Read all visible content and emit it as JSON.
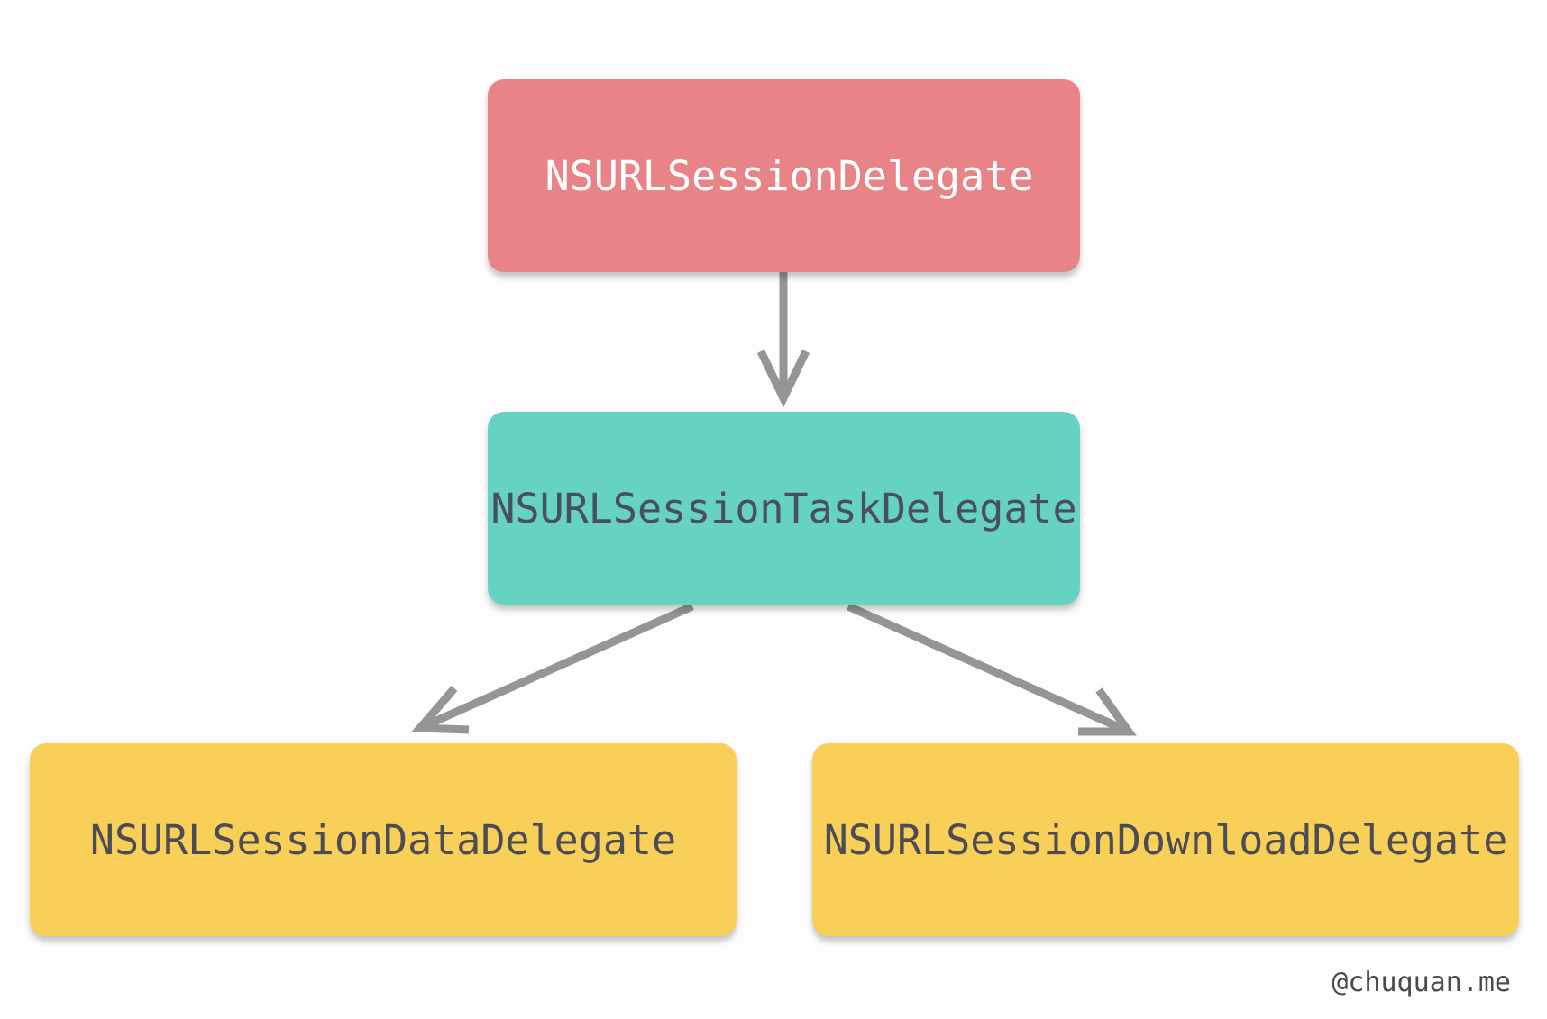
{
  "diagram": {
    "nodes": [
      {
        "id": "root",
        "label": "NSURLSessionDelegate",
        "color": "#e88488",
        "text_color": "#ffffff"
      },
      {
        "id": "task",
        "label": "NSURLSessionTaskDelegate",
        "color": "#66d3c2",
        "text_color": "#4a4f5e"
      },
      {
        "id": "data",
        "label": "NSURLSessionDataDelegate",
        "color": "#f8cf57",
        "text_color": "#4c4c57"
      },
      {
        "id": "download",
        "label": "NSURLSessionDownloadDelegate",
        "color": "#f8cf57",
        "text_color": "#4c4c57"
      }
    ],
    "edges": [
      {
        "from": "root",
        "to": "task"
      },
      {
        "from": "task",
        "to": "data"
      },
      {
        "from": "task",
        "to": "download"
      }
    ],
    "arrow_color": "#959595"
  },
  "watermark": "@chuquan.me"
}
